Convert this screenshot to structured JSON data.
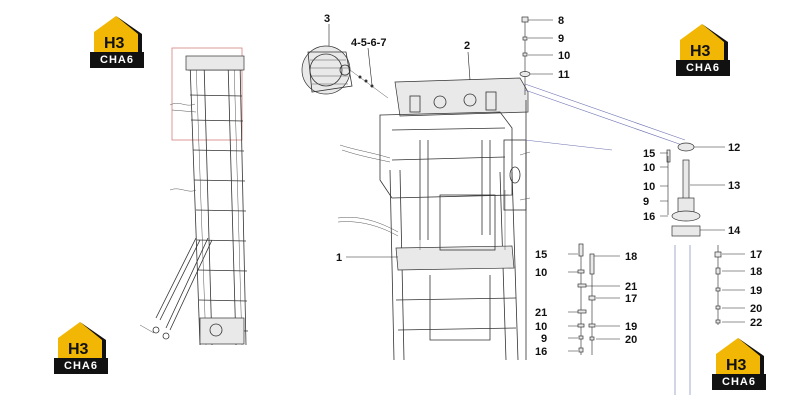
{
  "brand": {
    "logo_text": "H3",
    "logo_tag": "CHA6",
    "accent_color": "#f2b705",
    "dark_color": "#111111"
  },
  "callouts": [
    {
      "id": "c1",
      "label": "1"
    },
    {
      "id": "c2",
      "label": "2"
    },
    {
      "id": "c3",
      "label": "3"
    },
    {
      "id": "c4",
      "label": "4-5-6-7"
    },
    {
      "id": "c8",
      "label": "8"
    },
    {
      "id": "c9a",
      "label": "9"
    },
    {
      "id": "c10a",
      "label": "10"
    },
    {
      "id": "c11",
      "label": "11"
    },
    {
      "id": "c12",
      "label": "12"
    },
    {
      "id": "c15a",
      "label": "15"
    },
    {
      "id": "c10b",
      "label": "10"
    },
    {
      "id": "c10c",
      "label": "10"
    },
    {
      "id": "c13",
      "label": "13"
    },
    {
      "id": "c9b",
      "label": "9"
    },
    {
      "id": "c16a",
      "label": "16"
    },
    {
      "id": "c14",
      "label": "14"
    },
    {
      "id": "c15b",
      "label": "15"
    },
    {
      "id": "c18a",
      "label": "18"
    },
    {
      "id": "c10d",
      "label": "10"
    },
    {
      "id": "c21a",
      "label": "21"
    },
    {
      "id": "c17a",
      "label": "17"
    },
    {
      "id": "c21b",
      "label": "21"
    },
    {
      "id": "c10e",
      "label": "10"
    },
    {
      "id": "c19a",
      "label": "19"
    },
    {
      "id": "c9c",
      "label": "9"
    },
    {
      "id": "c20a",
      "label": "20"
    },
    {
      "id": "c16b",
      "label": "16"
    },
    {
      "id": "c17b",
      "label": "17"
    },
    {
      "id": "c18b",
      "label": "18"
    },
    {
      "id": "c19b",
      "label": "19"
    },
    {
      "id": "c20b",
      "label": "20"
    },
    {
      "id": "c22",
      "label": "22"
    }
  ]
}
